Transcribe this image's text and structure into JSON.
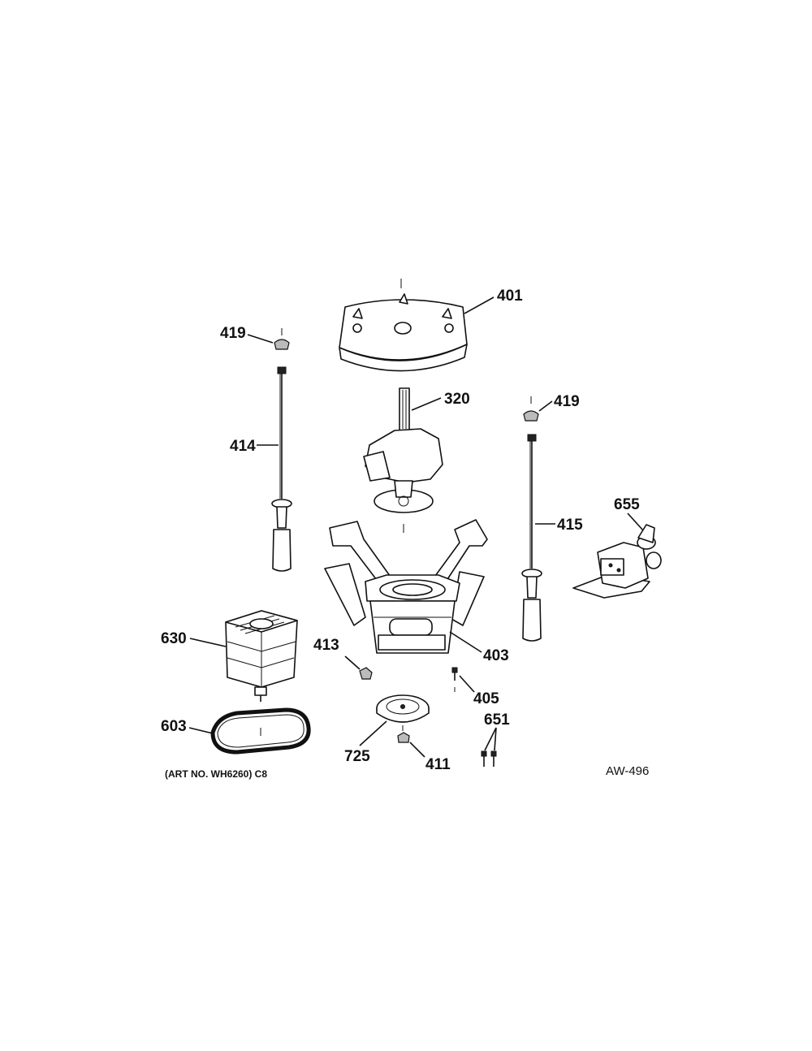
{
  "parts": {
    "p401": "401",
    "p419a": "419",
    "p419b": "419",
    "p320": "320",
    "p414": "414",
    "p415": "415",
    "p655": "655",
    "p630": "630",
    "p413": "413",
    "p403": "403",
    "p405": "405",
    "p651": "651",
    "p603": "603",
    "p725": "725",
    "p411": "411"
  },
  "caption": "(ART NO. WH6260) C8",
  "drawing_id": "AW-496"
}
